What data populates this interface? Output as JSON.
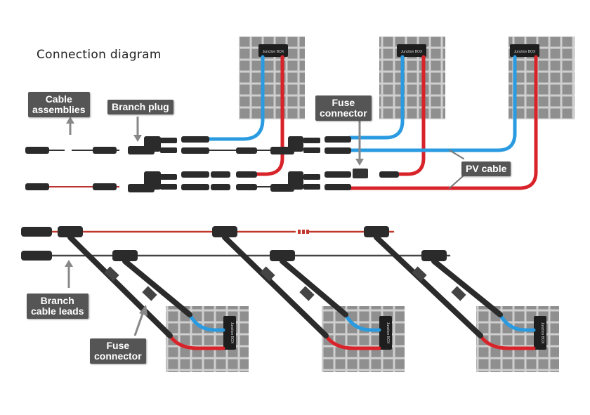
{
  "diagram": {
    "title": "Connection diagram",
    "labels": {
      "cable_assemblies": [
        "Cable",
        "assemblies"
      ],
      "branch_plug": "Branch plug",
      "fuse_connector_top": [
        "Fuse",
        "connector"
      ],
      "pv_cable": "PV cable",
      "branch_cable_leads": [
        "Branch",
        "cable leads"
      ],
      "fuse_connector_bottom": [
        "Fuse",
        "connector"
      ]
    },
    "junction_box_label": "Junction BOX",
    "colors": {
      "positive_cable": "#d8232a",
      "negative_cable": "#2a9be0",
      "panel_cell": "#8f8f8f",
      "panel_frame": "#cfcfcf",
      "label_bg": "#555555",
      "connector": "#2b2b2b"
    }
  }
}
